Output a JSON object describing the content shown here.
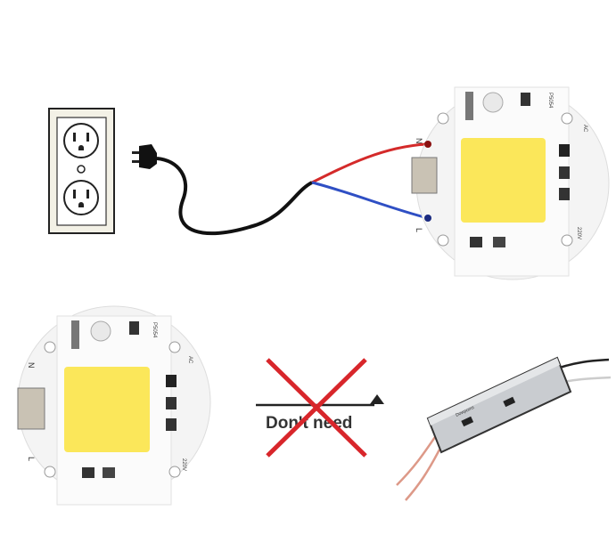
{
  "diagram": {
    "top_chip": {
      "label_n": "N",
      "label_l": "L",
      "model": "P5054",
      "spec_ac": "AC",
      "spec_v": "220V"
    },
    "bottom_chip": {
      "label_n": "N",
      "label_l": "L",
      "model": "P5054",
      "spec_ac": "AC",
      "spec_v": "220V"
    },
    "crossed_out_text": "Don't need",
    "driver_brand": "Dowpoms",
    "colors": {
      "live_wire": "#d42a2a",
      "neutral_wire": "#2f4fc4",
      "cross": "#d8262b",
      "led": "#fbe75a",
      "board": "#f4f4f4"
    }
  }
}
